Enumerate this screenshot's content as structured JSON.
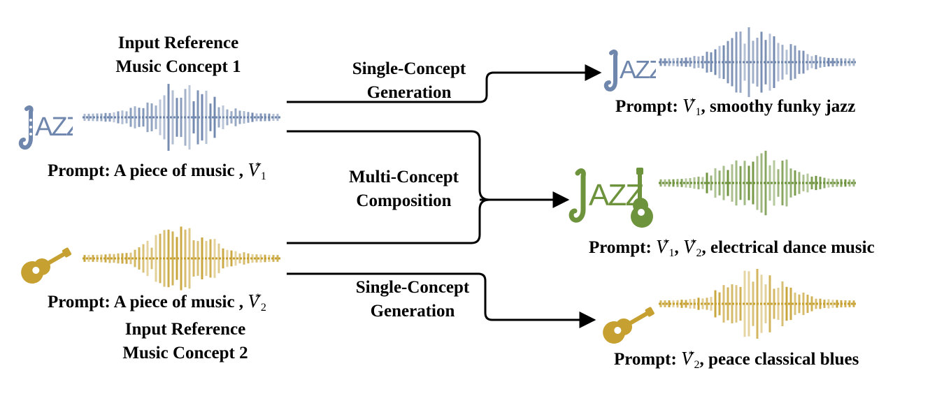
{
  "colors": {
    "jazz": "#6f86ad",
    "guitar": "#c6a132",
    "combo": "#6e933d",
    "arrow": "#000000"
  },
  "labels": {
    "input1": [
      "Input Reference",
      "Music Concept 1"
    ],
    "input2": [
      "Input Reference",
      "Music Concept 2"
    ],
    "single_top": [
      "Single-Concept",
      "Generation"
    ],
    "multi": [
      "Multi-Concept",
      "Composition"
    ],
    "single_bottom": [
      "Single-Concept",
      "Generation"
    ]
  },
  "prompts": {
    "input1": {
      "prefix": "Prompt: A piece of music , ",
      "var": "V",
      "sub": "1",
      "sup": "*",
      "suffix": ""
    },
    "input2": {
      "prefix": "Prompt: A piece of music , ",
      "var": "V",
      "sub": "2",
      "sup": "*",
      "suffix": ""
    },
    "out_jazz": {
      "prefix": "Prompt: ",
      "var": "V",
      "sub": "1",
      "sup": "*",
      "suffix": ", smoothy funky jazz"
    },
    "out_combo": {
      "prefix": "Prompt: ",
      "var": "V",
      "sub": "1",
      "sup": "*",
      "mid": ", ",
      "var2": "V",
      "sub2": "2",
      "sup2": "*",
      "suffix": ", electrical dance music"
    },
    "out_guitar": {
      "prefix": "Prompt: ",
      "var": "V",
      "sub": "2",
      "sup": "*",
      "suffix": ", peace classical blues"
    }
  },
  "icons": {
    "jazz": "jazz-saxophone-icon",
    "guitar": "acoustic-guitar-icon"
  },
  "logo_text": "AZZ"
}
